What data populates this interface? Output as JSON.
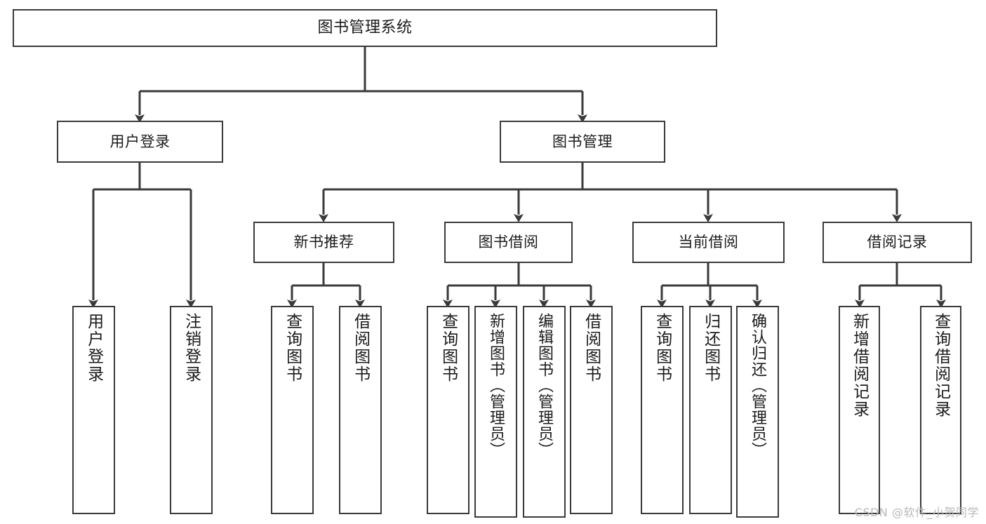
{
  "diagram": {
    "title": "图书管理系统",
    "type": "tree-hierarchy-chart",
    "stroke_color": "#3a3a3a",
    "background_color": "#ffffff",
    "text_color": "#1b1b1b"
  },
  "root": {
    "label": "图书管理系统"
  },
  "level2": [
    {
      "label": "用户登录"
    },
    {
      "label": "图书管理"
    }
  ],
  "level3": [
    {
      "label": "新书推荐"
    },
    {
      "label": "图书借阅"
    },
    {
      "label": "当前借阅"
    },
    {
      "label": "借阅记录"
    }
  ],
  "leaves": {
    "user_login": [
      {
        "label": "用户登录"
      },
      {
        "label": "注销登录"
      }
    ],
    "new_book_recommend": [
      {
        "label": "查询图书"
      },
      {
        "label": "借阅图书"
      }
    ],
    "book_borrow": [
      {
        "label": "查询图书"
      },
      {
        "label": "新增图书（管理员）"
      },
      {
        "label": "编辑图书（管理员）"
      },
      {
        "label": "借阅图书"
      }
    ],
    "current_borrow": [
      {
        "label": "查询图书"
      },
      {
        "label": "归还图书"
      },
      {
        "label": "确认归还（管理员）"
      }
    ],
    "borrow_record": [
      {
        "label": "新增借阅记录"
      },
      {
        "label": "查询借阅记录"
      }
    ]
  },
  "watermark": {
    "text": "CSDN @软件_小贺同学"
  }
}
